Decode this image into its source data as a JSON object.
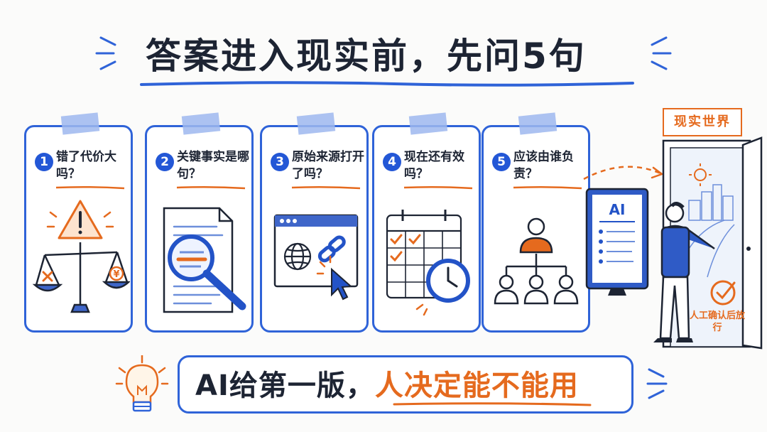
{
  "title": "答案进入现实前，先问5句",
  "cards": [
    {
      "number": "1",
      "question": "错了代价大吗？"
    },
    {
      "number": "2",
      "question": "关键事实是哪句？"
    },
    {
      "number": "3",
      "question": "原始来源打开了吗？"
    },
    {
      "number": "4",
      "question": "现在还有效吗？"
    },
    {
      "number": "5",
      "question": "应该由谁负责？"
    }
  ],
  "illustrations": {
    "scale_currency": "¥",
    "monitor_label": "AI"
  },
  "real_world": {
    "label": "现实世界",
    "confirm_note": "人工确认后放行"
  },
  "banner": {
    "part1": "AI给第一版，",
    "part2": "人决定能不能用"
  },
  "colors": {
    "blue": "#2f63d8",
    "orange": "#e56a1e",
    "ink": "#1d2433"
  }
}
